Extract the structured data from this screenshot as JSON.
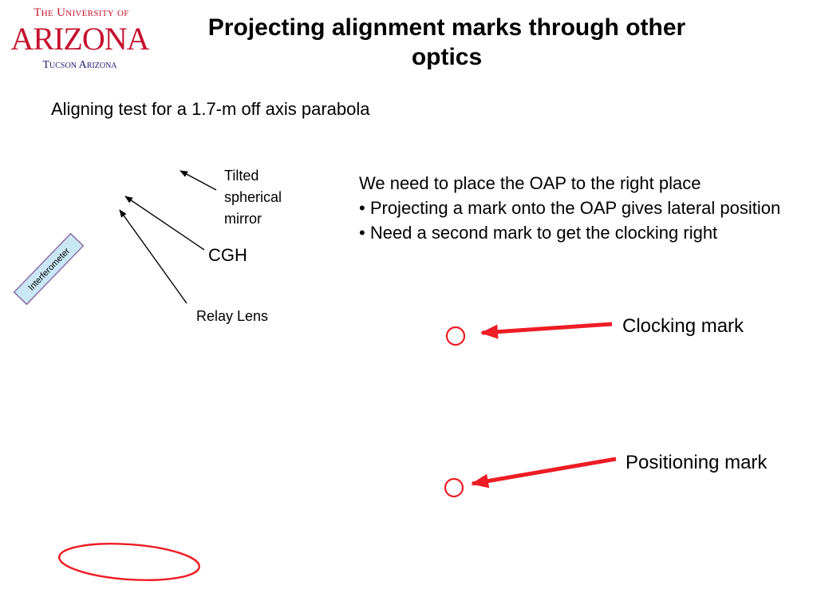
{
  "logo": {
    "line1": "The University of",
    "line2": "Arizona",
    "line3": "Tucson Arizona",
    "brand_color": "#C4122F"
  },
  "title": "Projecting alignment marks through other optics",
  "subtitle": "Aligning test for a 1.7-m off axis parabola",
  "diagram": {
    "labels": {
      "tilted_mirror": "Tilted spherical mirror",
      "cgh": "CGH",
      "relay_lens": "Relay Lens",
      "interferometer": "Interferometer"
    },
    "interferometer_fill": "#C9E7F4",
    "interferometer_border": "#8E6DA8"
  },
  "notes": {
    "intro": "We need to place the OAP to the right place",
    "bullets": [
      "• Projecting a mark onto the OAP gives lateral position",
      "• Need a second mark to get the clocking right"
    ]
  },
  "marks": {
    "clocking_label": "Clocking mark",
    "positioning_label": "Positioning mark",
    "color": "#EE1C24"
  }
}
